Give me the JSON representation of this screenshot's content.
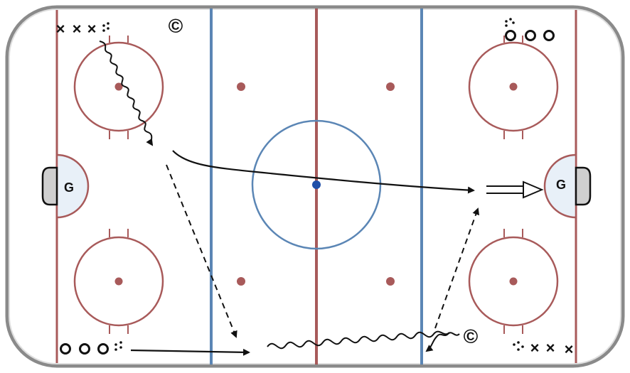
{
  "colors": {
    "board": "#8a8a8a",
    "red_line": "#a85a5a",
    "blue_line": "#5b86b5",
    "ice": "#ffffff",
    "crease": "#e8f0f8",
    "goal_net": "#cfcfcf",
    "center_dot": "#1f4fa8",
    "ink": "#111111"
  },
  "goalies": {
    "left": "G",
    "right": "G"
  },
  "coach_marks": {
    "top_left": "©",
    "bottom_right": "©"
  },
  "players": {
    "top_left_x": [
      "×",
      "×",
      "×"
    ],
    "top_right_o": [
      "o",
      "o",
      "o"
    ],
    "bottom_left_o": [
      "o",
      "o",
      "o"
    ],
    "bottom_right_x": [
      "×",
      "×",
      "×"
    ]
  },
  "icons": [
    "puck-pile-icon",
    "pass-arrow-icon",
    "skate-arrow-icon",
    "stickhandle-arrow-icon",
    "shot-arrow-icon"
  ]
}
